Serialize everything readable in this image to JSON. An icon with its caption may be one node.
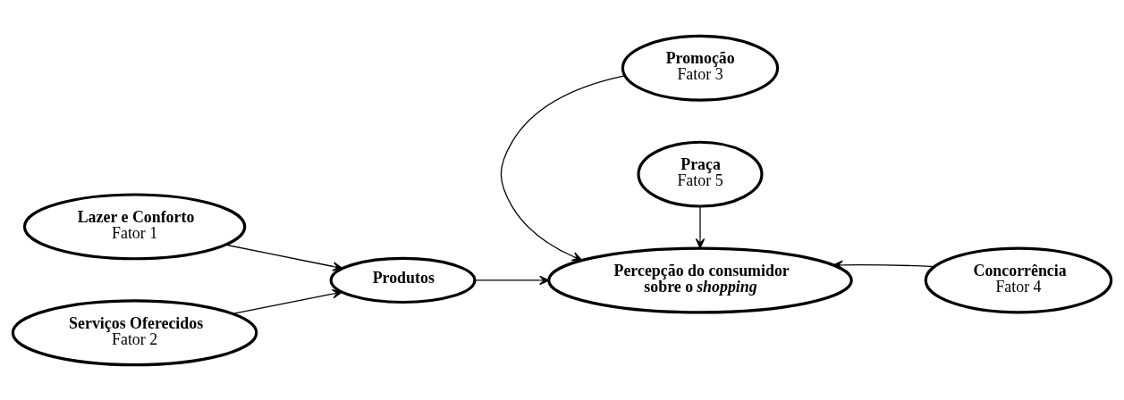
{
  "diagram": {
    "nodes": [
      {
        "text": [
          "Lazer e Conforto",
          "Fator 1"
        ]
      },
      {
        "text": [
          "Promoção",
          "Fator 3"
        ]
      },
      {
        "text": [
          "Produtos"
        ]
      },
      {
        "text": [
          "Percepção do consumidor sobre o *shopping*"
        ]
      },
      {
        "text": [
          "Concorrência",
          "Fator 4"
        ]
      },
      {
        "text": [
          "Serviços Oferecidos",
          "Fator 2"
        ]
      },
      {
        "text": [
          "Praça",
          "Fator 5"
        ]
      }
    ],
    "edges": [
      {
        "from": 0,
        "to": 2,
        "arrow": "to"
      },
      {
        "from": 5,
        "to": 2,
        "arrow": "to"
      },
      {
        "from": 2,
        "to": 3,
        "arrow": "to"
      },
      {
        "from": 1,
        "to": 3,
        "arrow": "to"
      },
      {
        "from": 4,
        "to": 3,
        "arrow": "to"
      },
      {
        "from": 6,
        "to": 3,
        "arrow": "to"
      }
    ]
  }
}
